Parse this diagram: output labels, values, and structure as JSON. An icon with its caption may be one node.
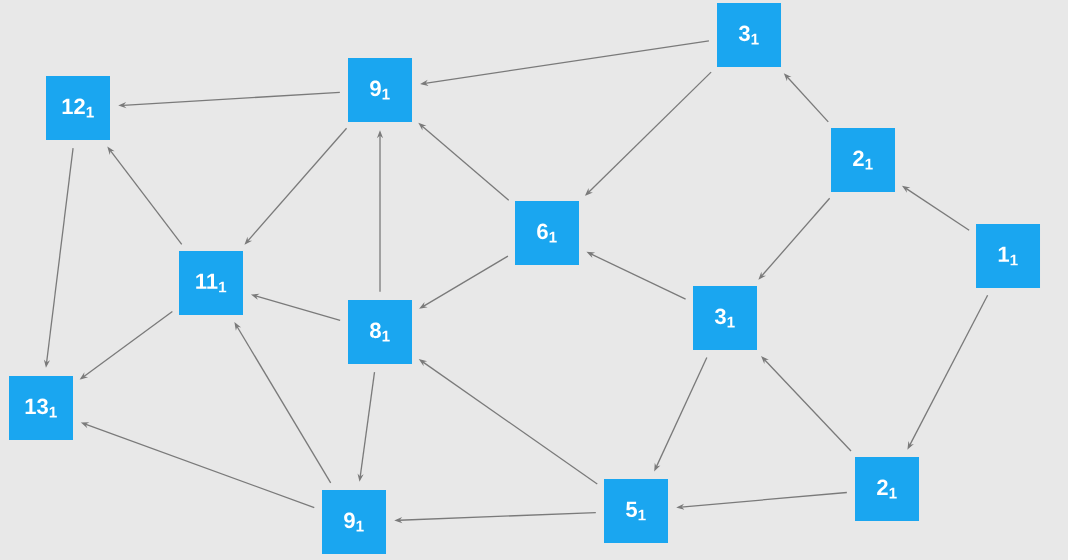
{
  "diagram": {
    "nodes": [
      {
        "text": [
          "3$_{1}$"
        ]
      },
      {
        "text": [
          "9$_{1}$"
        ]
      },
      {
        "text": [
          "12$_{1}$"
        ]
      },
      {
        "text": [
          "2$_{1}$"
        ]
      },
      {
        "text": [
          "6$_{1}$"
        ]
      },
      {
        "text": [
          "1$_{1}$"
        ]
      },
      {
        "text": [
          "11$_{1}$"
        ]
      },
      {
        "text": [
          "8$_{1}$"
        ]
      },
      {
        "text": [
          "3$_{1}$"
        ]
      },
      {
        "text": [
          "13$_{1}$"
        ]
      },
      {
        "text": [
          "2$_{1}$"
        ]
      },
      {
        "text": [
          "5$_{1}$"
        ]
      },
      {
        "text": [
          "9$_{1}$"
        ]
      }
    ],
    "edges": [
      {
        "from": 0,
        "to": 1,
        "arrow": "to"
      },
      {
        "from": 0,
        "to": 4,
        "arrow": "to"
      },
      {
        "from": 1,
        "to": 2,
        "arrow": "to"
      },
      {
        "from": 1,
        "to": 6,
        "arrow": "to"
      },
      {
        "from": 2,
        "to": 9,
        "arrow": "to"
      },
      {
        "from": 3,
        "to": 0,
        "arrow": "to"
      },
      {
        "from": 3,
        "to": 8,
        "arrow": "to"
      },
      {
        "from": 5,
        "to": 3,
        "arrow": "to"
      },
      {
        "from": 5,
        "to": 10,
        "arrow": "to"
      },
      {
        "from": 4,
        "to": 1,
        "arrow": "to"
      },
      {
        "from": 4,
        "to": 7,
        "arrow": "to"
      },
      {
        "from": 6,
        "to": 2,
        "arrow": "to"
      },
      {
        "from": 6,
        "to": 9,
        "arrow": "to"
      },
      {
        "from": 7,
        "to": 6,
        "arrow": "to"
      },
      {
        "from": 7,
        "to": 1,
        "arrow": "to"
      },
      {
        "from": 7,
        "to": 12,
        "arrow": "to"
      },
      {
        "from": 8,
        "to": 4,
        "arrow": "to"
      },
      {
        "from": 8,
        "to": 11,
        "arrow": "to"
      },
      {
        "from": 10,
        "to": 8,
        "arrow": "to"
      },
      {
        "from": 10,
        "to": 11,
        "arrow": "to"
      },
      {
        "from": 11,
        "to": 7,
        "arrow": "to"
      },
      {
        "from": 11,
        "to": 12,
        "arrow": "to"
      },
      {
        "from": 12,
        "to": 6,
        "arrow": "to"
      },
      {
        "from": 12,
        "to": 9,
        "arrow": "to"
      }
    ]
  }
}
